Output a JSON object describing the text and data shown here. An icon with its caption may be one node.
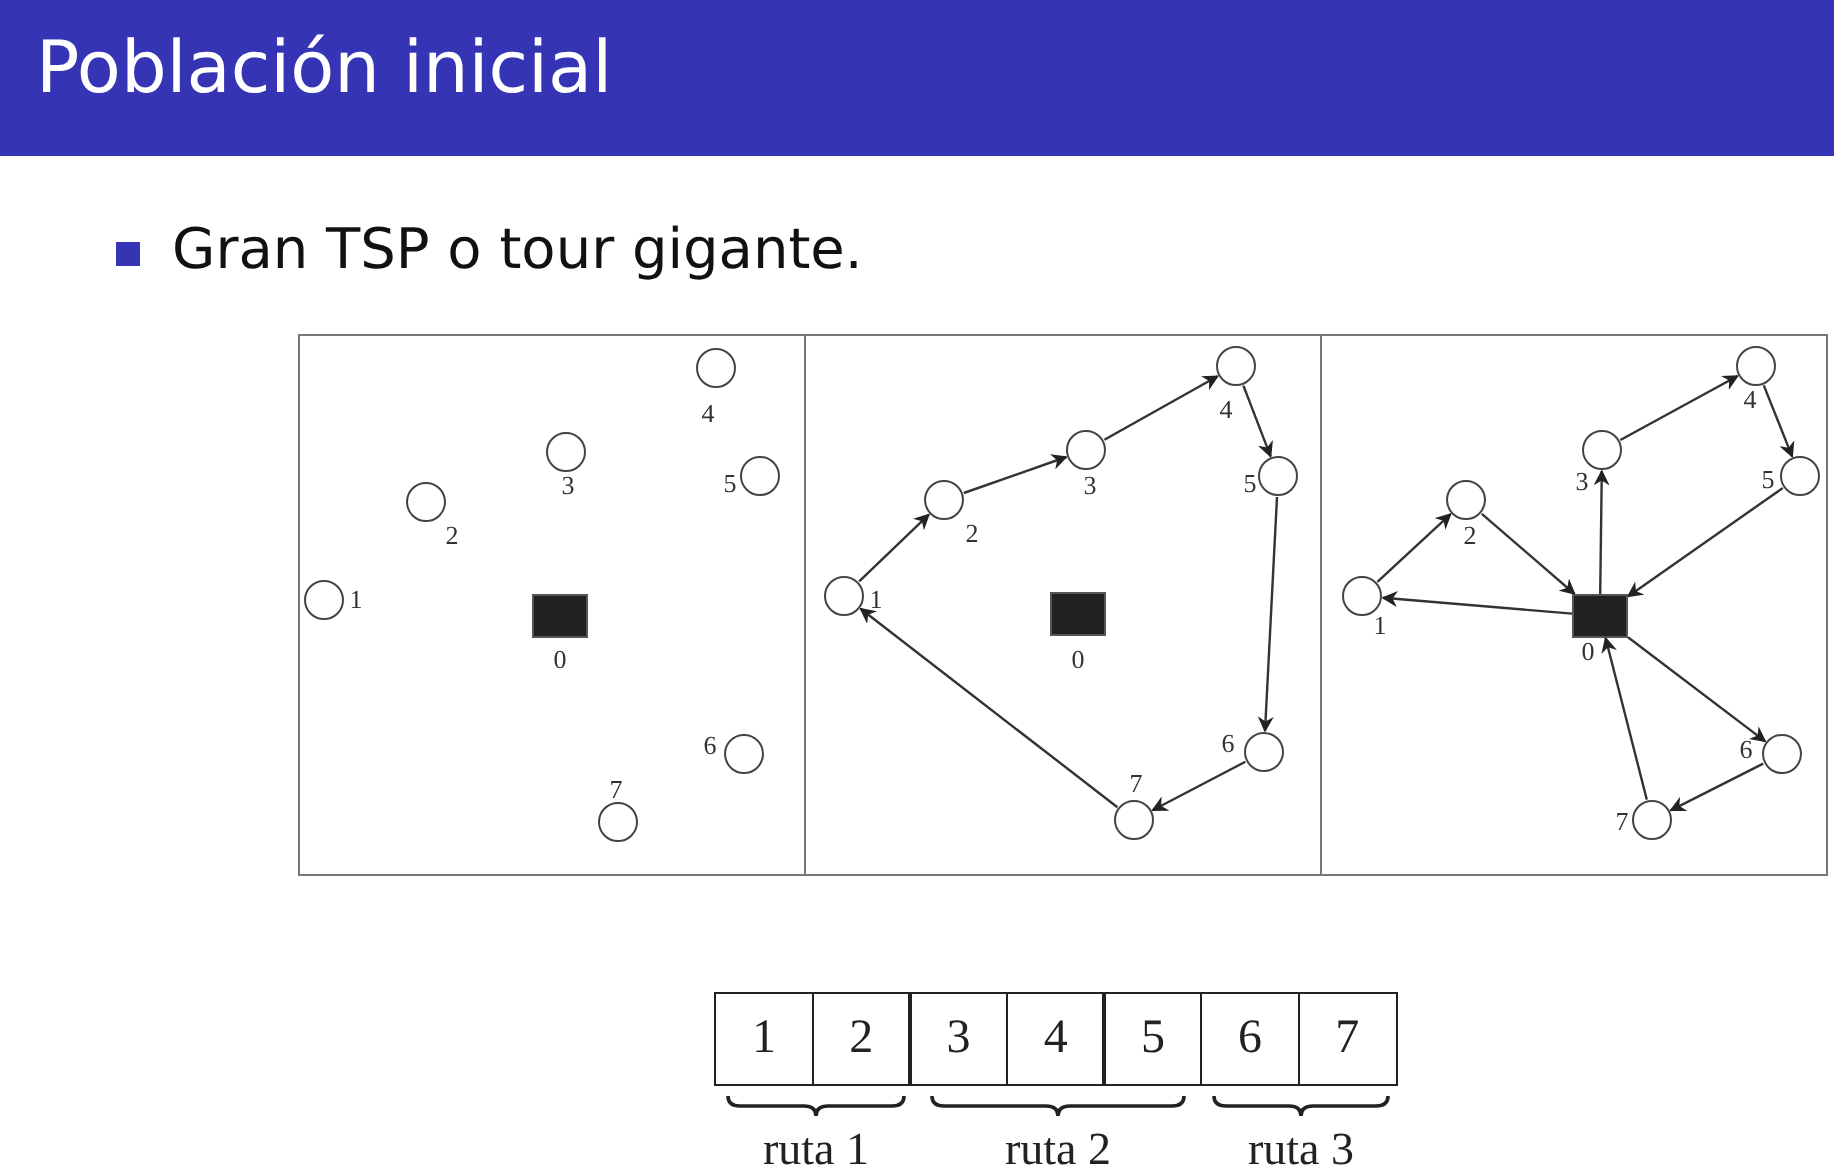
{
  "diagram": {
    "title": "Población inicial",
    "nodes": [
      {
        "text": [],
        "shape": "box",
        "beside": [
          "0"
        ]
      },
      {
        "text": [],
        "shape": "circle",
        "beside": [
          "1"
        ]
      },
      {
        "text": [],
        "shape": "circle",
        "beside": [
          "2"
        ]
      },
      {
        "text": [],
        "shape": "circle",
        "beside": [
          "3"
        ]
      },
      {
        "text": [],
        "shape": "circle",
        "beside": [
          "4"
        ]
      },
      {
        "text": [],
        "shape": "circle",
        "beside": [
          "5"
        ]
      },
      {
        "text": [],
        "shape": "circle",
        "beside": [
          "6"
        ]
      },
      {
        "text": [],
        "shape": "circle",
        "beside": [
          "7"
        ]
      },
      {
        "text": [],
        "shape": "box",
        "beside": [
          "0"
        ]
      },
      {
        "text": [],
        "shape": "circle",
        "beside": [
          "1"
        ]
      },
      {
        "text": [],
        "shape": "circle",
        "beside": [
          "2"
        ]
      },
      {
        "text": [],
        "shape": "circle",
        "beside": [
          "3"
        ]
      },
      {
        "text": [],
        "shape": "circle",
        "beside": [
          "4"
        ]
      },
      {
        "text": [],
        "shape": "circle",
        "beside": [
          "5"
        ]
      },
      {
        "text": [],
        "shape": "circle",
        "beside": [
          "6"
        ]
      },
      {
        "text": [],
        "shape": "circle",
        "beside": [
          "7"
        ]
      },
      {
        "text": [],
        "shape": "box",
        "beside": [
          "0"
        ]
      },
      {
        "text": [],
        "shape": "circle",
        "beside": [
          "1"
        ]
      },
      {
        "text": [],
        "shape": "circle",
        "beside": [
          "2"
        ]
      },
      {
        "text": [],
        "shape": "circle",
        "beside": [
          "3"
        ]
      },
      {
        "text": [],
        "shape": "circle",
        "beside": [
          "4"
        ]
      },
      {
        "text": [],
        "shape": "circle",
        "beside": [
          "5"
        ]
      },
      {
        "text": [],
        "shape": "circle",
        "beside": [
          "6"
        ]
      },
      {
        "text": [],
        "shape": "circle",
        "beside": [
          "7"
        ]
      }
    ],
    "edges": [
      {
        "from": 9,
        "to": 10,
        "arrow": "to"
      },
      {
        "from": 10,
        "to": 11,
        "arrow": "to"
      },
      {
        "from": 11,
        "to": 12,
        "arrow": "to"
      },
      {
        "from": 12,
        "to": 13,
        "arrow": "to"
      },
      {
        "from": 13,
        "to": 14,
        "arrow": "to"
      },
      {
        "from": 14,
        "to": 15,
        "arrow": "to"
      },
      {
        "from": 15,
        "to": 9,
        "arrow": "to"
      },
      {
        "from": 17,
        "to": 18,
        "arrow": "to"
      },
      {
        "from": 18,
        "to": 16,
        "arrow": "to"
      },
      {
        "from": 16,
        "to": 19,
        "arrow": "to"
      },
      {
        "from": 19,
        "to": 20,
        "arrow": "to"
      },
      {
        "from": 20,
        "to": 21,
        "arrow": "to"
      },
      {
        "from": 21,
        "to": 16,
        "arrow": "to"
      },
      {
        "from": 16,
        "to": 22,
        "arrow": "to"
      },
      {
        "from": 22,
        "to": 23,
        "arrow": "to"
      },
      {
        "from": 23,
        "to": 16,
        "arrow": "to"
      },
      {
        "from": 16,
        "to": 17,
        "arrow": "to"
      }
    ],
    "labels": [
      "Gran TSP o tour gigante.",
      "1",
      "2",
      "3",
      "4",
      "5",
      "6",
      "7",
      "ruta 1",
      "ruta 2",
      "ruta 3"
    ]
  }
}
